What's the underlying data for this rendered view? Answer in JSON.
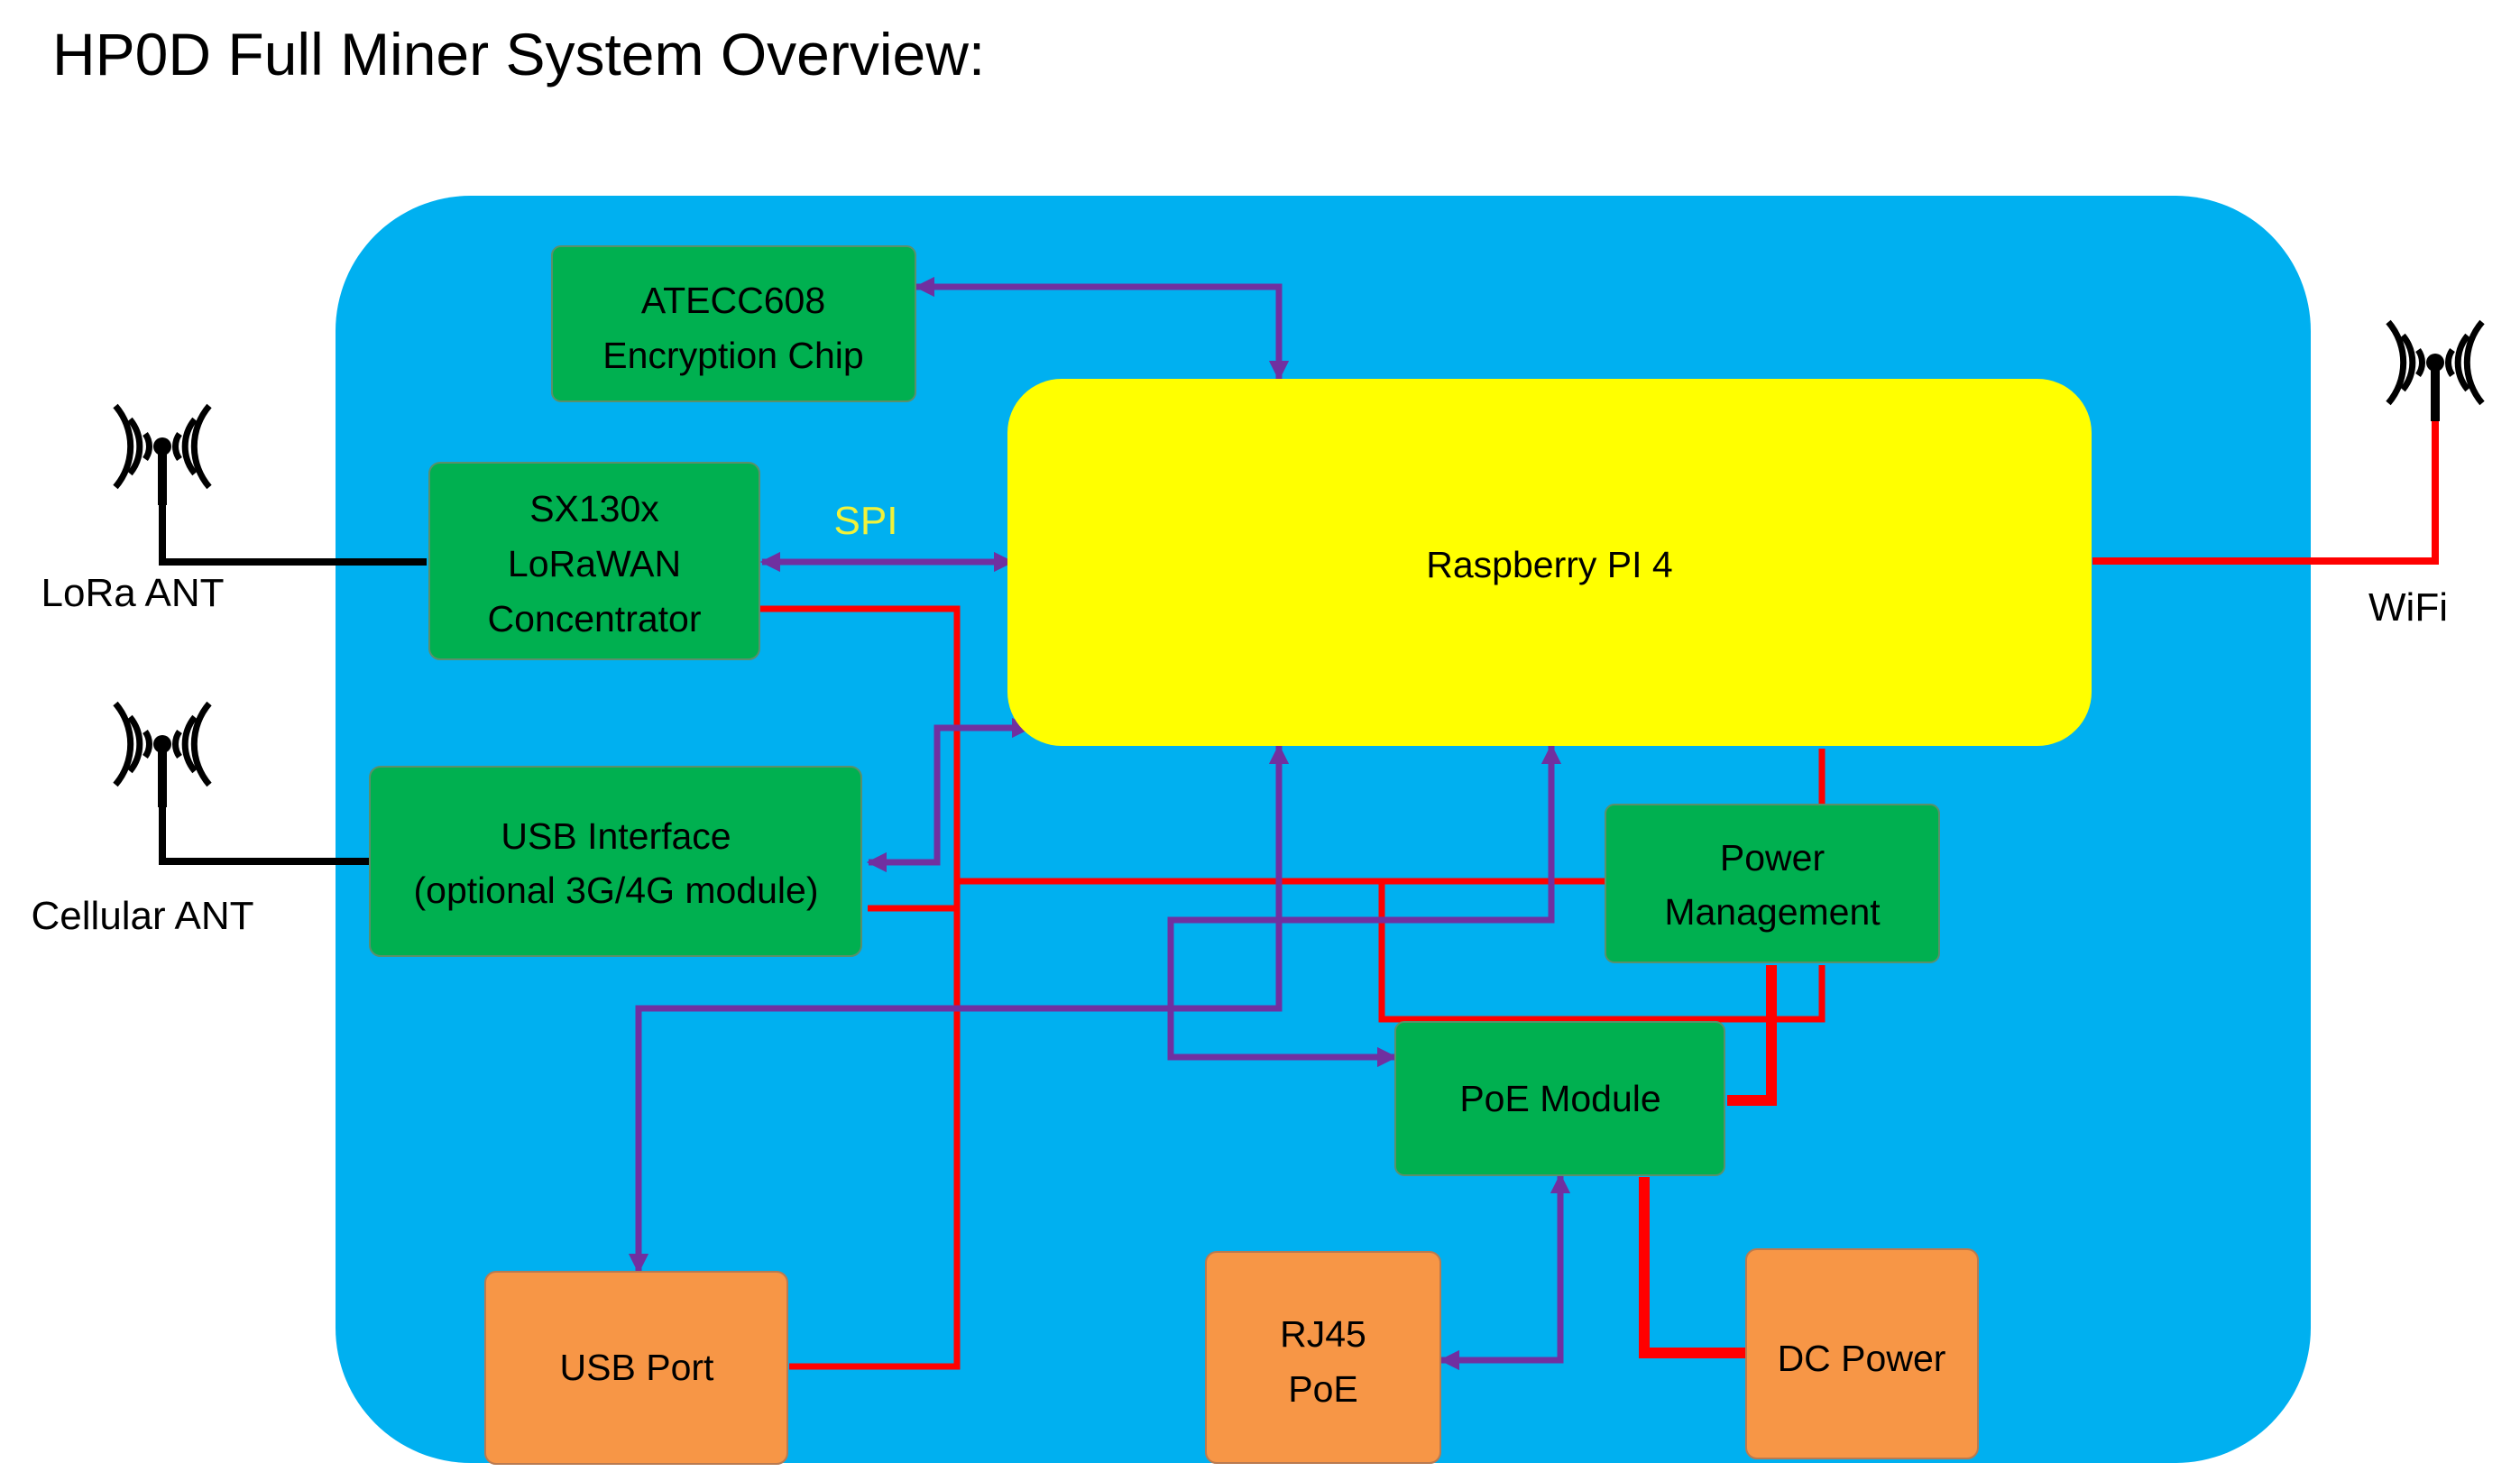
{
  "title": "HP0D Full Miner System Overview:",
  "blocks": {
    "atecc": {
      "line1": "ATECC608",
      "line2": "Encryption Chip"
    },
    "sx130x": {
      "line1": "SX130x",
      "line2": "LoRaWAN",
      "line3": "Concentrator"
    },
    "usb_interface": {
      "line1": "USB Interface",
      "line2": "(optional 3G/4G module)"
    },
    "rpi": {
      "label": "Raspberry PI 4"
    },
    "power_mgmt": {
      "line1": "Power",
      "line2": "Management"
    },
    "poe_module": {
      "label": "PoE Module"
    },
    "usb_port": {
      "label": "USB Port"
    },
    "rj45": {
      "line1": "RJ45",
      "line2": "PoE"
    },
    "dc_power": {
      "label": "DC Power"
    }
  },
  "antennas": {
    "lora": {
      "label": "LoRa ANT"
    },
    "cellular": {
      "label": "Cellular ANT"
    },
    "wifi": {
      "label": "WiFi"
    }
  },
  "bus_labels": {
    "spi": "SPI"
  },
  "colors": {
    "board": "#00b0f0",
    "module": "#00b050",
    "processor": "#ffff00",
    "connector": "#f79646",
    "data_bus": "#7030a0",
    "power_line": "#ff0000",
    "rf_line": "#000000"
  }
}
